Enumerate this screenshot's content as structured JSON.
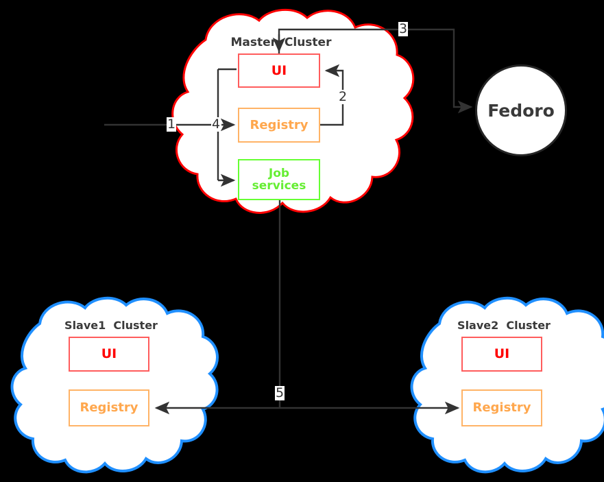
{
  "diagram": {
    "title_hidden": true,
    "background": "#000000",
    "colors": {
      "master_cloud_border": "#ff0000",
      "slave_cloud_border": "#1f8fff",
      "ui_border": "#ff5c5c",
      "ui_text": "#ff0000",
      "registry_border": "#ffb366",
      "registry_text": "#ffa74d",
      "job_border": "#66ff33",
      "job_text": "#66ee33",
      "edge": "#333333",
      "node_fill": "#ffffff",
      "fedoro_border": "#262626",
      "label_text": "#3a3a3a"
    },
    "clusters": [
      {
        "id": "master",
        "title": "Master  Cluster",
        "border_color": "#ff0000",
        "nodes": [
          {
            "id": "master-ui",
            "label": "UI",
            "style": "ui"
          },
          {
            "id": "master-registry",
            "label": "Registry",
            "style": "registry"
          },
          {
            "id": "master-job-services",
            "label": "Job\nservices",
            "style": "job"
          }
        ]
      },
      {
        "id": "slave1",
        "title": "Slave1  Cluster",
        "border_color": "#1f8fff",
        "nodes": [
          {
            "id": "slave1-ui",
            "label": "UI",
            "style": "ui"
          },
          {
            "id": "slave1-registry",
            "label": "Registry",
            "style": "registry"
          }
        ]
      },
      {
        "id": "slave2",
        "title": "Slave2  Cluster",
        "border_color": "#1f8fff",
        "nodes": [
          {
            "id": "slave2-ui",
            "label": "UI",
            "style": "ui"
          },
          {
            "id": "slave2-registry",
            "label": "Registry",
            "style": "registry"
          }
        ]
      }
    ],
    "external_nodes": [
      {
        "id": "fedoro",
        "label": "Fedoro",
        "shape": "circle"
      }
    ],
    "edge_labels": [
      {
        "id": "edge-1",
        "label": "1"
      },
      {
        "id": "edge-2",
        "label": "2"
      },
      {
        "id": "edge-3",
        "label": "3"
      },
      {
        "id": "edge-4",
        "label": "4"
      },
      {
        "id": "edge-5",
        "label": "5"
      }
    ],
    "node_text": {
      "master_ui": "UI",
      "master_registry": "Registry",
      "master_job_line1": "Job",
      "master_job_line2": "services",
      "slave1_ui": "UI",
      "slave1_registry": "Registry",
      "slave2_ui": "UI",
      "slave2_registry": "Registry",
      "fedoro": "Fedoro"
    },
    "titles": {
      "master": "Master  Cluster",
      "slave1": "Slave1  Cluster",
      "slave2": "Slave2  Cluster"
    },
    "labels": {
      "one": "1",
      "two": "2",
      "three": "3",
      "four": "4",
      "five": "5"
    }
  }
}
